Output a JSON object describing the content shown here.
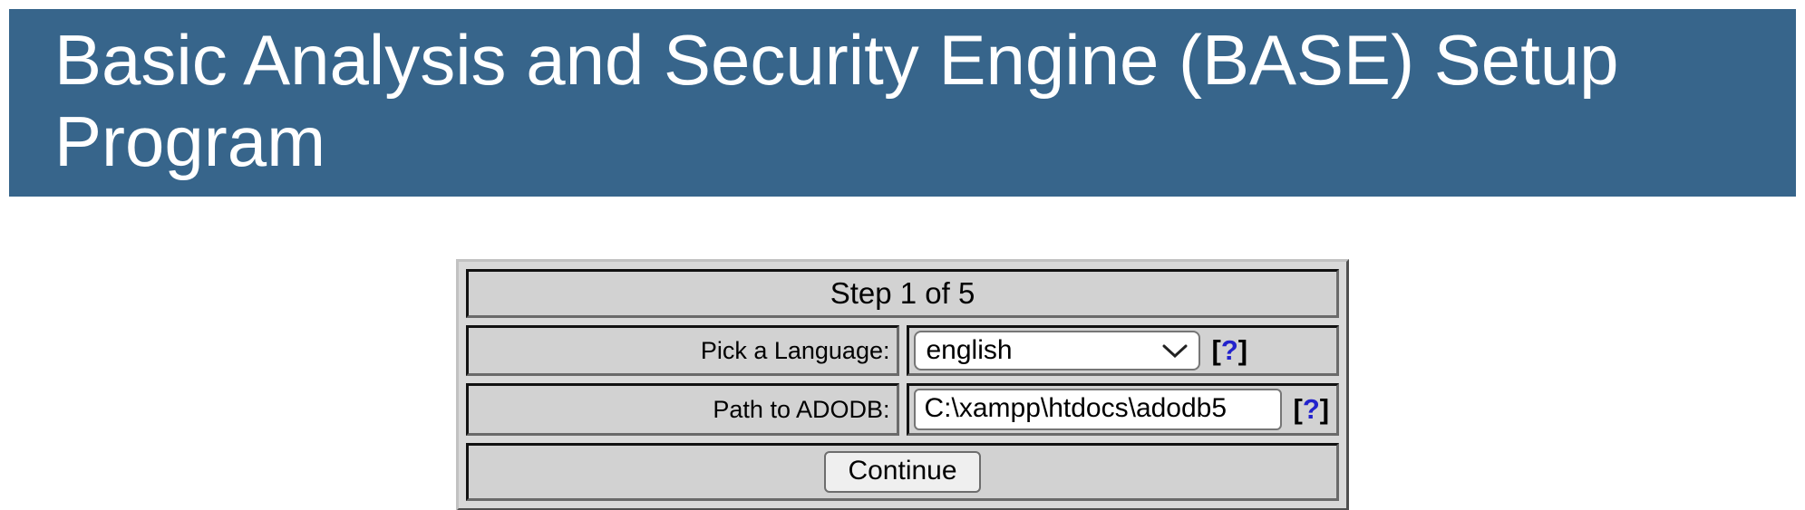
{
  "header": {
    "title": "Basic Analysis and Security Engine (BASE) Setup Program",
    "bg_color": "#37658B",
    "text_color": "#ffffff"
  },
  "form": {
    "step_header": "Step 1 of 5",
    "language": {
      "label": "Pick a Language:",
      "value": "english"
    },
    "adodb": {
      "label": "Path to ADODB:",
      "value": "C:\\xampp\\htdocs\\adodb5"
    },
    "help": {
      "open": "[",
      "q": "?",
      "close": "]"
    },
    "continue_label": "Continue",
    "colors": {
      "link_blue": "#2222CC",
      "cell_gray": "#d2d2d2",
      "table_gray": "#d9d9d9"
    },
    "icons": {
      "select_chevron": "chevron-down-icon"
    }
  }
}
